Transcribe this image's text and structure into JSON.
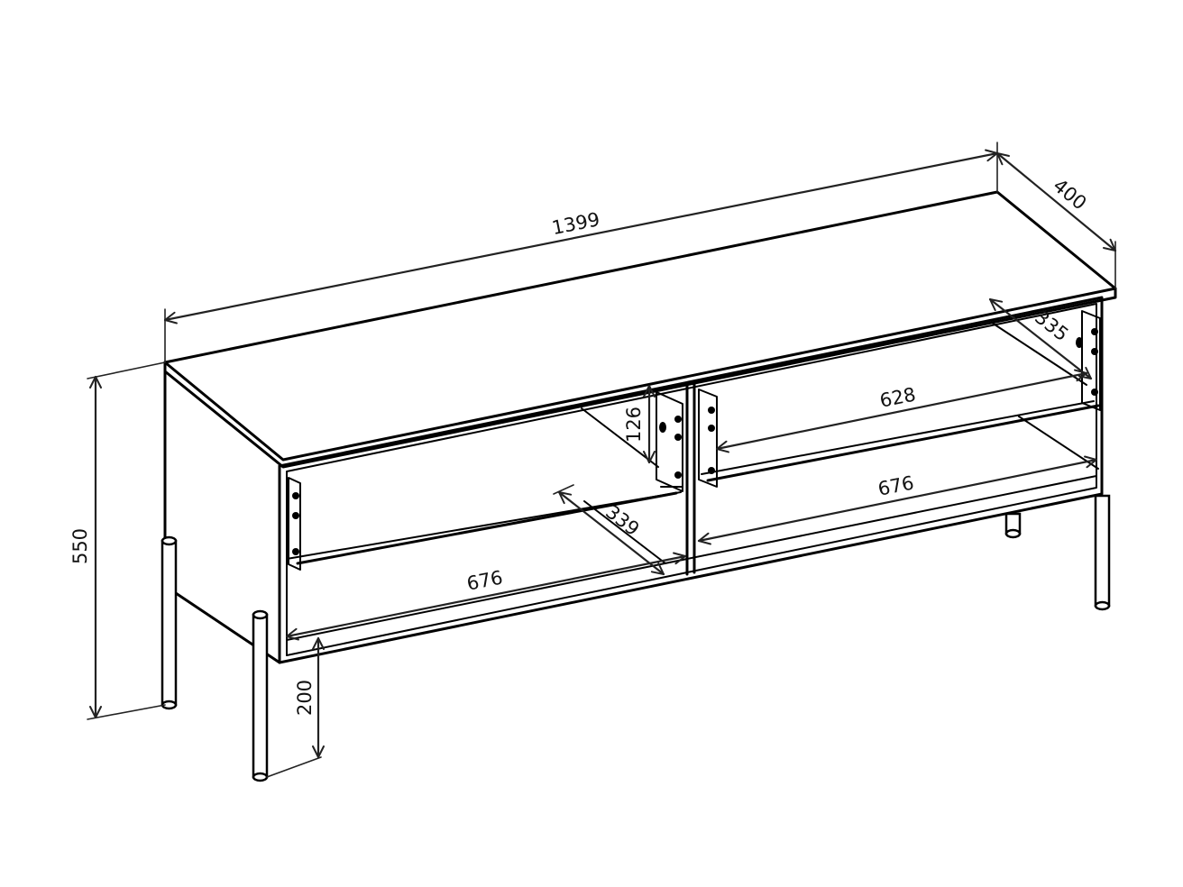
{
  "figure": {
    "subject": "tv-cabinet-dimension-drawing",
    "units": "mm",
    "line_color": "#000000",
    "background": "#ffffff"
  },
  "dimensions": {
    "width": "1399",
    "depth": "400",
    "height": "550",
    "leg_height": "200",
    "inner_depth_right": "335",
    "inner_depth_left": "339",
    "upper_shelf_width": "628",
    "compartment_width_right": "676",
    "compartment_width_left": "676",
    "opening_height": "126"
  }
}
